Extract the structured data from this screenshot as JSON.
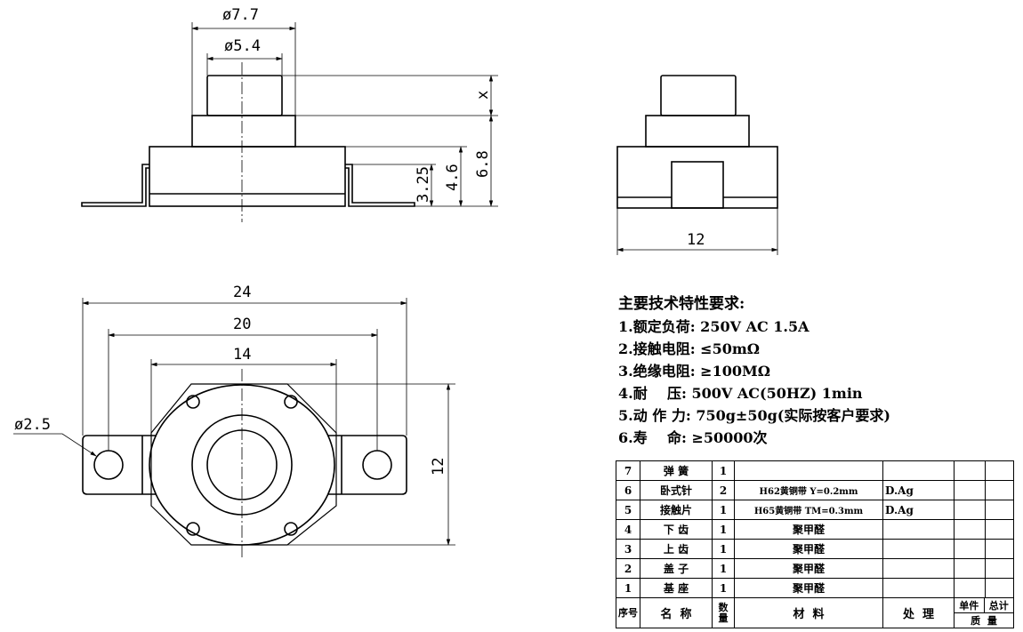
{
  "dimensions": {
    "d_outer": "ø7.7",
    "d_inner": "ø5.4",
    "stroke": "x",
    "h_total": "6.8",
    "h_body": "4.6",
    "h_tab": "3.25",
    "width_side": "12",
    "len_24": "24",
    "len_20": "20",
    "len_14": "14",
    "height_12": "12",
    "hole_d": "ø2.5"
  },
  "notes": {
    "title": "主要技术特性要求:",
    "items": [
      "1.额定负荷: 250V AC 1.5A",
      "2.接触电阻: ≤50mΩ",
      "3.绝缘电阻: ≥100MΩ",
      "4.耐    压: 500V AC(50HZ) 1min",
      "5.动 作 力: 750g±50g(实际按客户要求)",
      "6.寿    命: ≥50000次"
    ]
  },
  "bom": {
    "rows": [
      {
        "no": "7",
        "name": "弹 簧",
        "qty": "1",
        "material": "",
        "process": ""
      },
      {
        "no": "6",
        "name": "卧式针",
        "qty": "2",
        "material": "H62黄铜带 Y=0.2mm",
        "process": "D.Ag"
      },
      {
        "no": "5",
        "name": "接触片",
        "qty": "1",
        "material": "H65黄铜带 TM=0.3mm",
        "process": "D.Ag"
      },
      {
        "no": "4",
        "name": "下 齿",
        "qty": "1",
        "material": "聚甲醛",
        "process": ""
      },
      {
        "no": "3",
        "name": "上 齿",
        "qty": "1",
        "material": "聚甲醛",
        "process": ""
      },
      {
        "no": "2",
        "name": "盖 子",
        "qty": "1",
        "material": "聚甲醛",
        "process": ""
      },
      {
        "no": "1",
        "name": "基 座",
        "qty": "1",
        "material": "聚甲醛",
        "process": ""
      }
    ],
    "header": {
      "no": "序号",
      "name": "名  称",
      "qty": "数量",
      "material": "材  料",
      "process": "处  理",
      "unit_weight": "单件",
      "total_weight": "总计",
      "weight": "质  量"
    }
  }
}
